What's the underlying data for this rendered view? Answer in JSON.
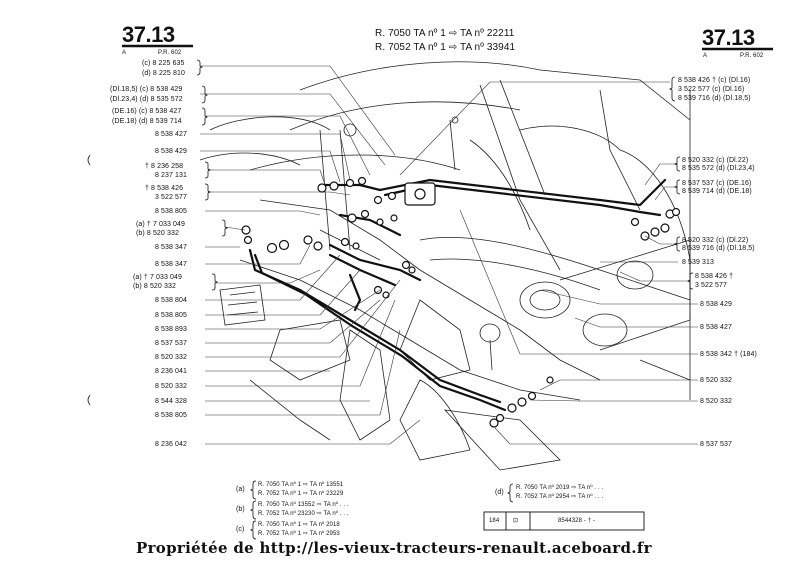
{
  "header": {
    "left_page_number": "37.13",
    "left_sub_a": "A",
    "left_sub_ref": "P.R. 602",
    "right_page_number": "37.13",
    "right_sub_a": "A",
    "right_sub_ref": "P.R. 602",
    "model_line_1": "R. 7050 TA nº 1 ⇨ TA nº 22211",
    "model_line_2": "R. 7052 TA nº 1 ⇨ TA nº 33941"
  },
  "left_labels": [
    "(c) 8 225 635",
    "(d) 8 225 810",
    "(Dl.18,5) (c) 8 538 429",
    "(Dl.23,4) (d) 8 535 572",
    "(DE.16) (c) 8 538 427",
    "(DE.18) (d) 8 539 714",
    "8 538 427",
    "8 538 429",
    "† 8 236 258",
    "8 237 131",
    "† 8 538 426",
    "3 522 577",
    "8 538 805",
    "(a) † 7 033 049",
    "(b) 8 520 332",
    "8 538 347",
    "8 538 347",
    "(a) † 7 033 049",
    "(b) 8 520 332",
    "8 538 804",
    "8 538 805",
    "8 538 893",
    "8 537 537",
    "8 520 332",
    "8 236 041",
    "8 520 332",
    "8 544 328",
    "8 538 805",
    "8 236 042"
  ],
  "right_labels": [
    "8 538 426 † (c) (Dl.16)",
    "3 522 577 (c) (Dl.16)",
    "8 539 716 (d) (Dl.18,5)",
    "8 520 332 (c) (Dl.22)",
    "8 535 572 (d) (Dl.23,4)",
    "8 537 537 (c) (DE.16)",
    "8 539 714 (d) (DE.18)",
    "8 520 332 (c) (Dl.22)",
    "8 539 716 (d) (Dl.18,5)",
    "8 539 313",
    "8 538 426 †",
    "3 522 577",
    "8 538 429",
    "8 538 427",
    "8 538 342 † (184)",
    "8 520 332",
    "8 520 332",
    "8 537 537"
  ],
  "legend": {
    "a_key": "(a)",
    "a_line_1": "R. 7050 TA nº 1 ⇨ TA nº 13551",
    "a_line_2": "R. 7052 TA nº 1 ⇨ TA nº 23229",
    "b_key": "(b)",
    "b_line_1": "R. 7050 TA nº 13552 ⇨ TA nº . . .",
    "b_line_2": "R. 7052 TA nº 23230 ⇨ TA nº . . .",
    "c_key": "(c)",
    "c_line_1": "R. 7050 TA nº 1 ⇨ TA nº 2018",
    "c_line_2": "R. 7052 TA nº 1 ⇨ TA nº 2953",
    "d_key": "(d)",
    "d_line_1": "R. 7050 TA nº 2019 ⇨ TA nº . . .",
    "d_line_2": "R. 7052 TA nº 2954 ⇨ TA nº . . .",
    "table_col_1": "184",
    "table_col_2": "⊡",
    "table_col_3": "8544328 - † -"
  },
  "footer": {
    "text": "Propriétée de http://les-vieux-tracteurs-renault.aceboard.fr"
  }
}
